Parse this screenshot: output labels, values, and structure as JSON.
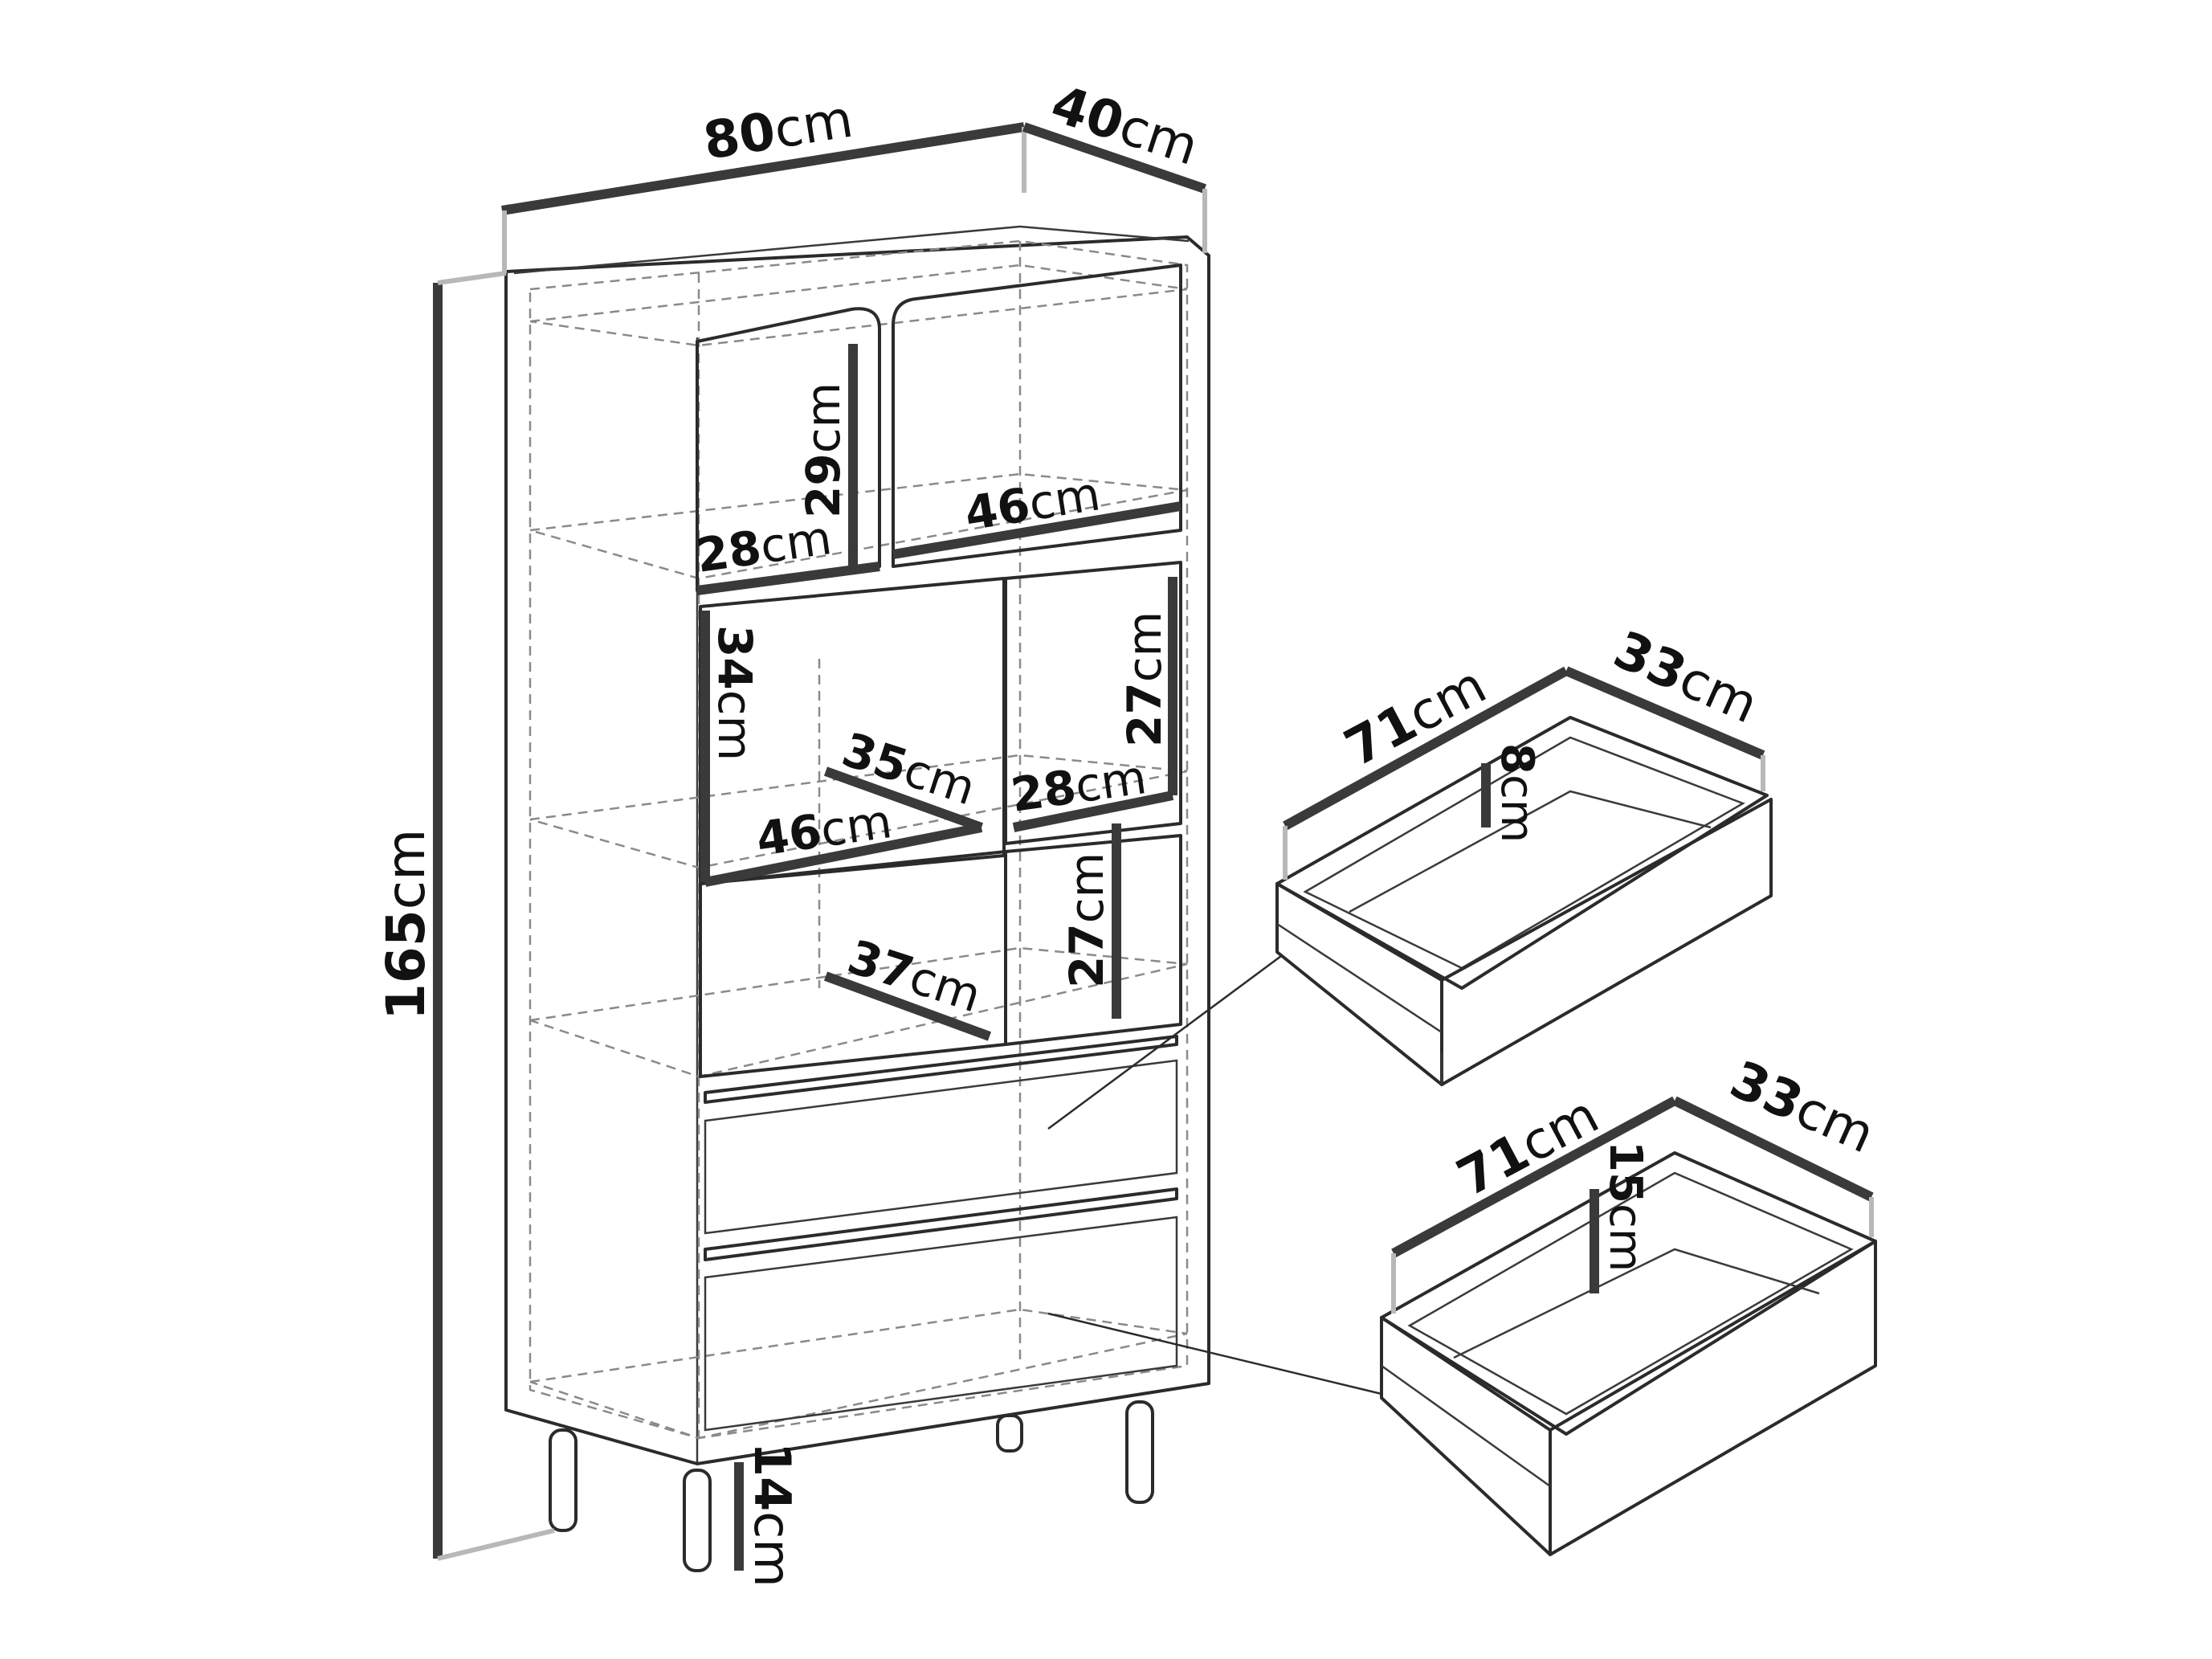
{
  "units": "cm",
  "cabinet": {
    "width": {
      "value": "80",
      "unit": "cm"
    },
    "depth": {
      "value": "40",
      "unit": "cm"
    },
    "height": {
      "value": "165",
      "unit": "cm"
    },
    "leg_height": {
      "value": "14",
      "unit": "cm"
    },
    "top_left_shelf": {
      "height": {
        "value": "29",
        "unit": "cm"
      },
      "depth": {
        "value": "28",
        "unit": "cm"
      }
    },
    "top_right_shelf": {
      "width": {
        "value": "46",
        "unit": "cm"
      }
    },
    "middle_left": {
      "height": {
        "value": "34",
        "unit": "cm"
      },
      "width": {
        "value": "46",
        "unit": "cm"
      },
      "depth": {
        "value": "35",
        "unit": "cm"
      }
    },
    "middle_right": {
      "height": {
        "value": "27",
        "unit": "cm"
      },
      "depth": {
        "value": "28",
        "unit": "cm"
      }
    },
    "lower_compartment": {
      "depth": {
        "value": "37",
        "unit": "cm"
      },
      "height": {
        "value": "27",
        "unit": "cm"
      }
    }
  },
  "drawer_upper": {
    "width": {
      "value": "71",
      "unit": "cm"
    },
    "depth": {
      "value": "33",
      "unit": "cm"
    },
    "height": {
      "value": "8",
      "unit": "cm"
    }
  },
  "drawer_lower": {
    "width": {
      "value": "71",
      "unit": "cm"
    },
    "depth": {
      "value": "33",
      "unit": "cm"
    },
    "height": {
      "value": "15",
      "unit": "cm"
    }
  }
}
